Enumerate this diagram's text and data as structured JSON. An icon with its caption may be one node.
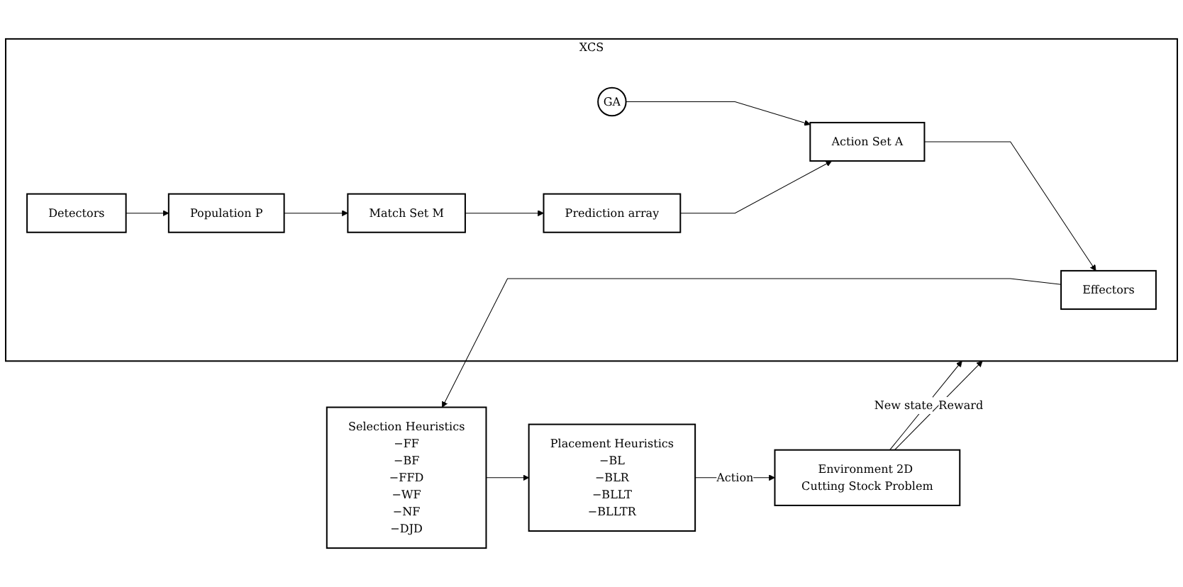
{
  "diagram": {
    "nodes": [
      {
        "text": [
          "Selection Heuristics",
          "−FF",
          "−BF",
          "−FFD",
          "−WF",
          "−NF",
          "−DJD"
        ]
      },
      {
        "text": [
          "Placement Heuristics",
          "−BL",
          "−BLR",
          "−BLLT",
          "−BLLTR"
        ]
      },
      {
        "text": [
          "Environment 2D Cutting Stock Problem"
        ]
      },
      {
        "text": [
          "XCS"
        ]
      },
      {
        "text": [
          "Effectors"
        ],
        "in": 3
      },
      {
        "text": [
          "Detectors"
        ],
        "in": 3
      },
      {
        "text": [
          "Action Set A"
        ],
        "in": 3
      },
      {
        "text": [
          "GA"
        ],
        "in": 3
      },
      {
        "text": [
          "Population P"
        ],
        "in": 3
      },
      {
        "text": [
          "Prediction array"
        ],
        "in": 3
      },
      {
        "text": [
          "Match Set M"
        ],
        "in": 3
      }
    ],
    "edges": [
      {
        "from": 0,
        "to": 1,
        "arrow": "to"
      },
      {
        "from": 1,
        "to": 2,
        "label": "Action",
        "arrow": "to"
      },
      {
        "from": 2,
        "to": 3,
        "label": "New state",
        "arrow": "to"
      },
      {
        "from": 2,
        "to": 3,
        "label": "Reward",
        "arrow": "to"
      },
      {
        "from": 5,
        "to": 8,
        "arrow": "to"
      },
      {
        "from": 8,
        "to": 10,
        "arrow": "to"
      },
      {
        "from": 10,
        "to": 9,
        "arrow": "to"
      },
      {
        "from": 9,
        "to": 6,
        "arrow": "to"
      },
      {
        "from": 7,
        "to": 6,
        "arrow": "to"
      },
      {
        "from": 6,
        "to": 4,
        "arrow": "to"
      },
      {
        "from": 4,
        "to": 0,
        "arrow": "to"
      }
    ]
  }
}
